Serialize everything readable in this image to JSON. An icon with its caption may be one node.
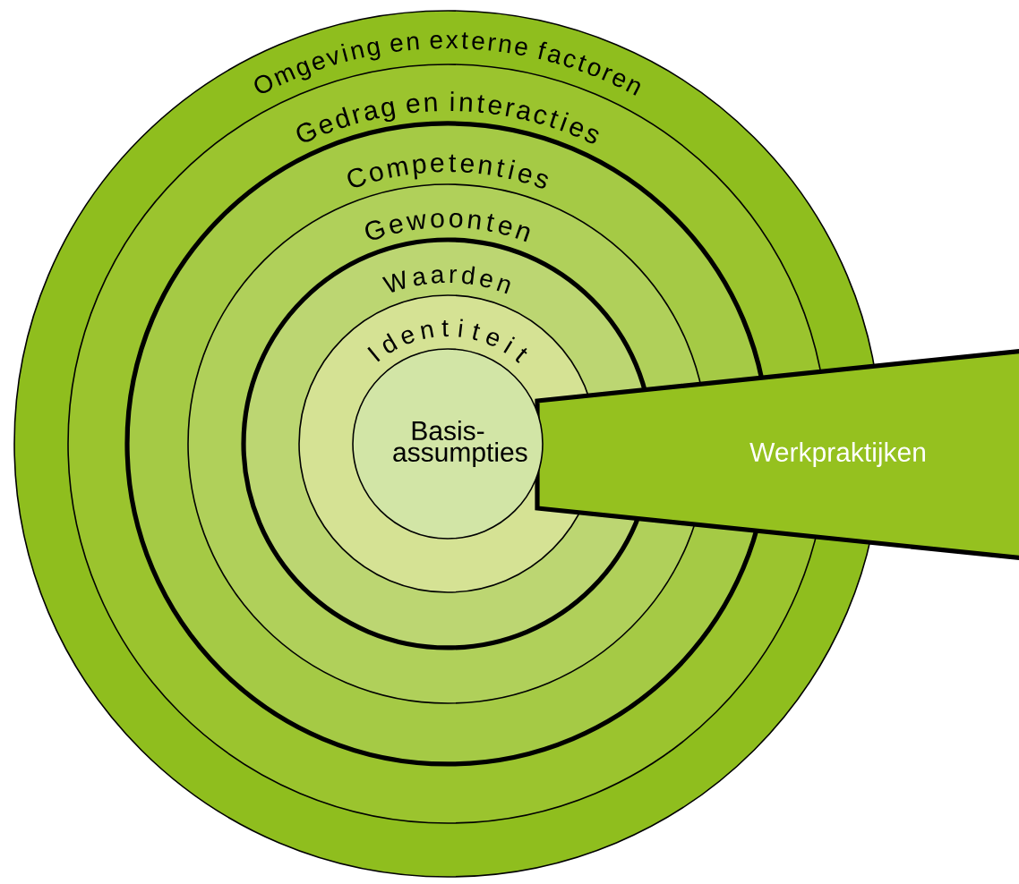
{
  "diagram": {
    "nodes": [
      {
        "text": [
          "Omgeving en externe factoren"
        ]
      },
      {
        "text": [
          "Gedrag en interacties"
        ],
        "in": 0
      },
      {
        "text": [
          "Competenties"
        ],
        "in": 1
      },
      {
        "text": [
          "Gewoonten"
        ],
        "in": 2
      },
      {
        "text": [
          "Waarden"
        ],
        "in": 3
      },
      {
        "text": [
          "Identiteit"
        ],
        "in": 4
      },
      {
        "text": [
          "Basis-assumpties"
        ],
        "in": 5
      },
      {
        "text": [
          "Werkpraktijken"
        ]
      }
    ]
  }
}
